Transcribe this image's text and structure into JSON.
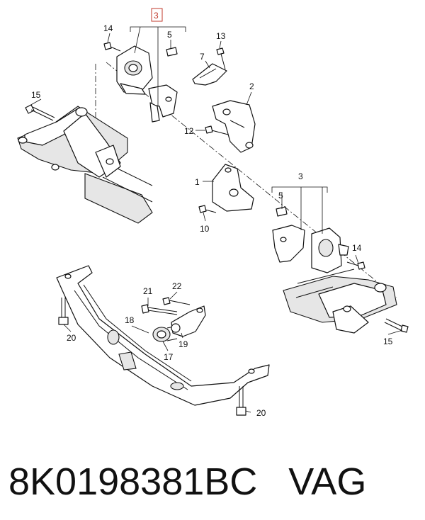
{
  "callouts": {
    "c3_top": "3",
    "c5_top": "5",
    "c14_top": "14",
    "c13": "13",
    "c7": "7",
    "c2": "2",
    "c12": "12",
    "c15_left": "15",
    "c1": "1",
    "c10": "10",
    "c3_mid": "3",
    "c5_mid": "5",
    "c14_mid": "14",
    "c15_right": "15",
    "c21": "21",
    "c22": "22",
    "c18": "18",
    "c19": "19",
    "c17": "17",
    "c20_left": "20",
    "c20_right": "20"
  },
  "footer": {
    "part_number": "8K0198381BC",
    "vendor": "VAG"
  },
  "colors": {
    "highlight": "#c0392b",
    "line": "#111111"
  }
}
